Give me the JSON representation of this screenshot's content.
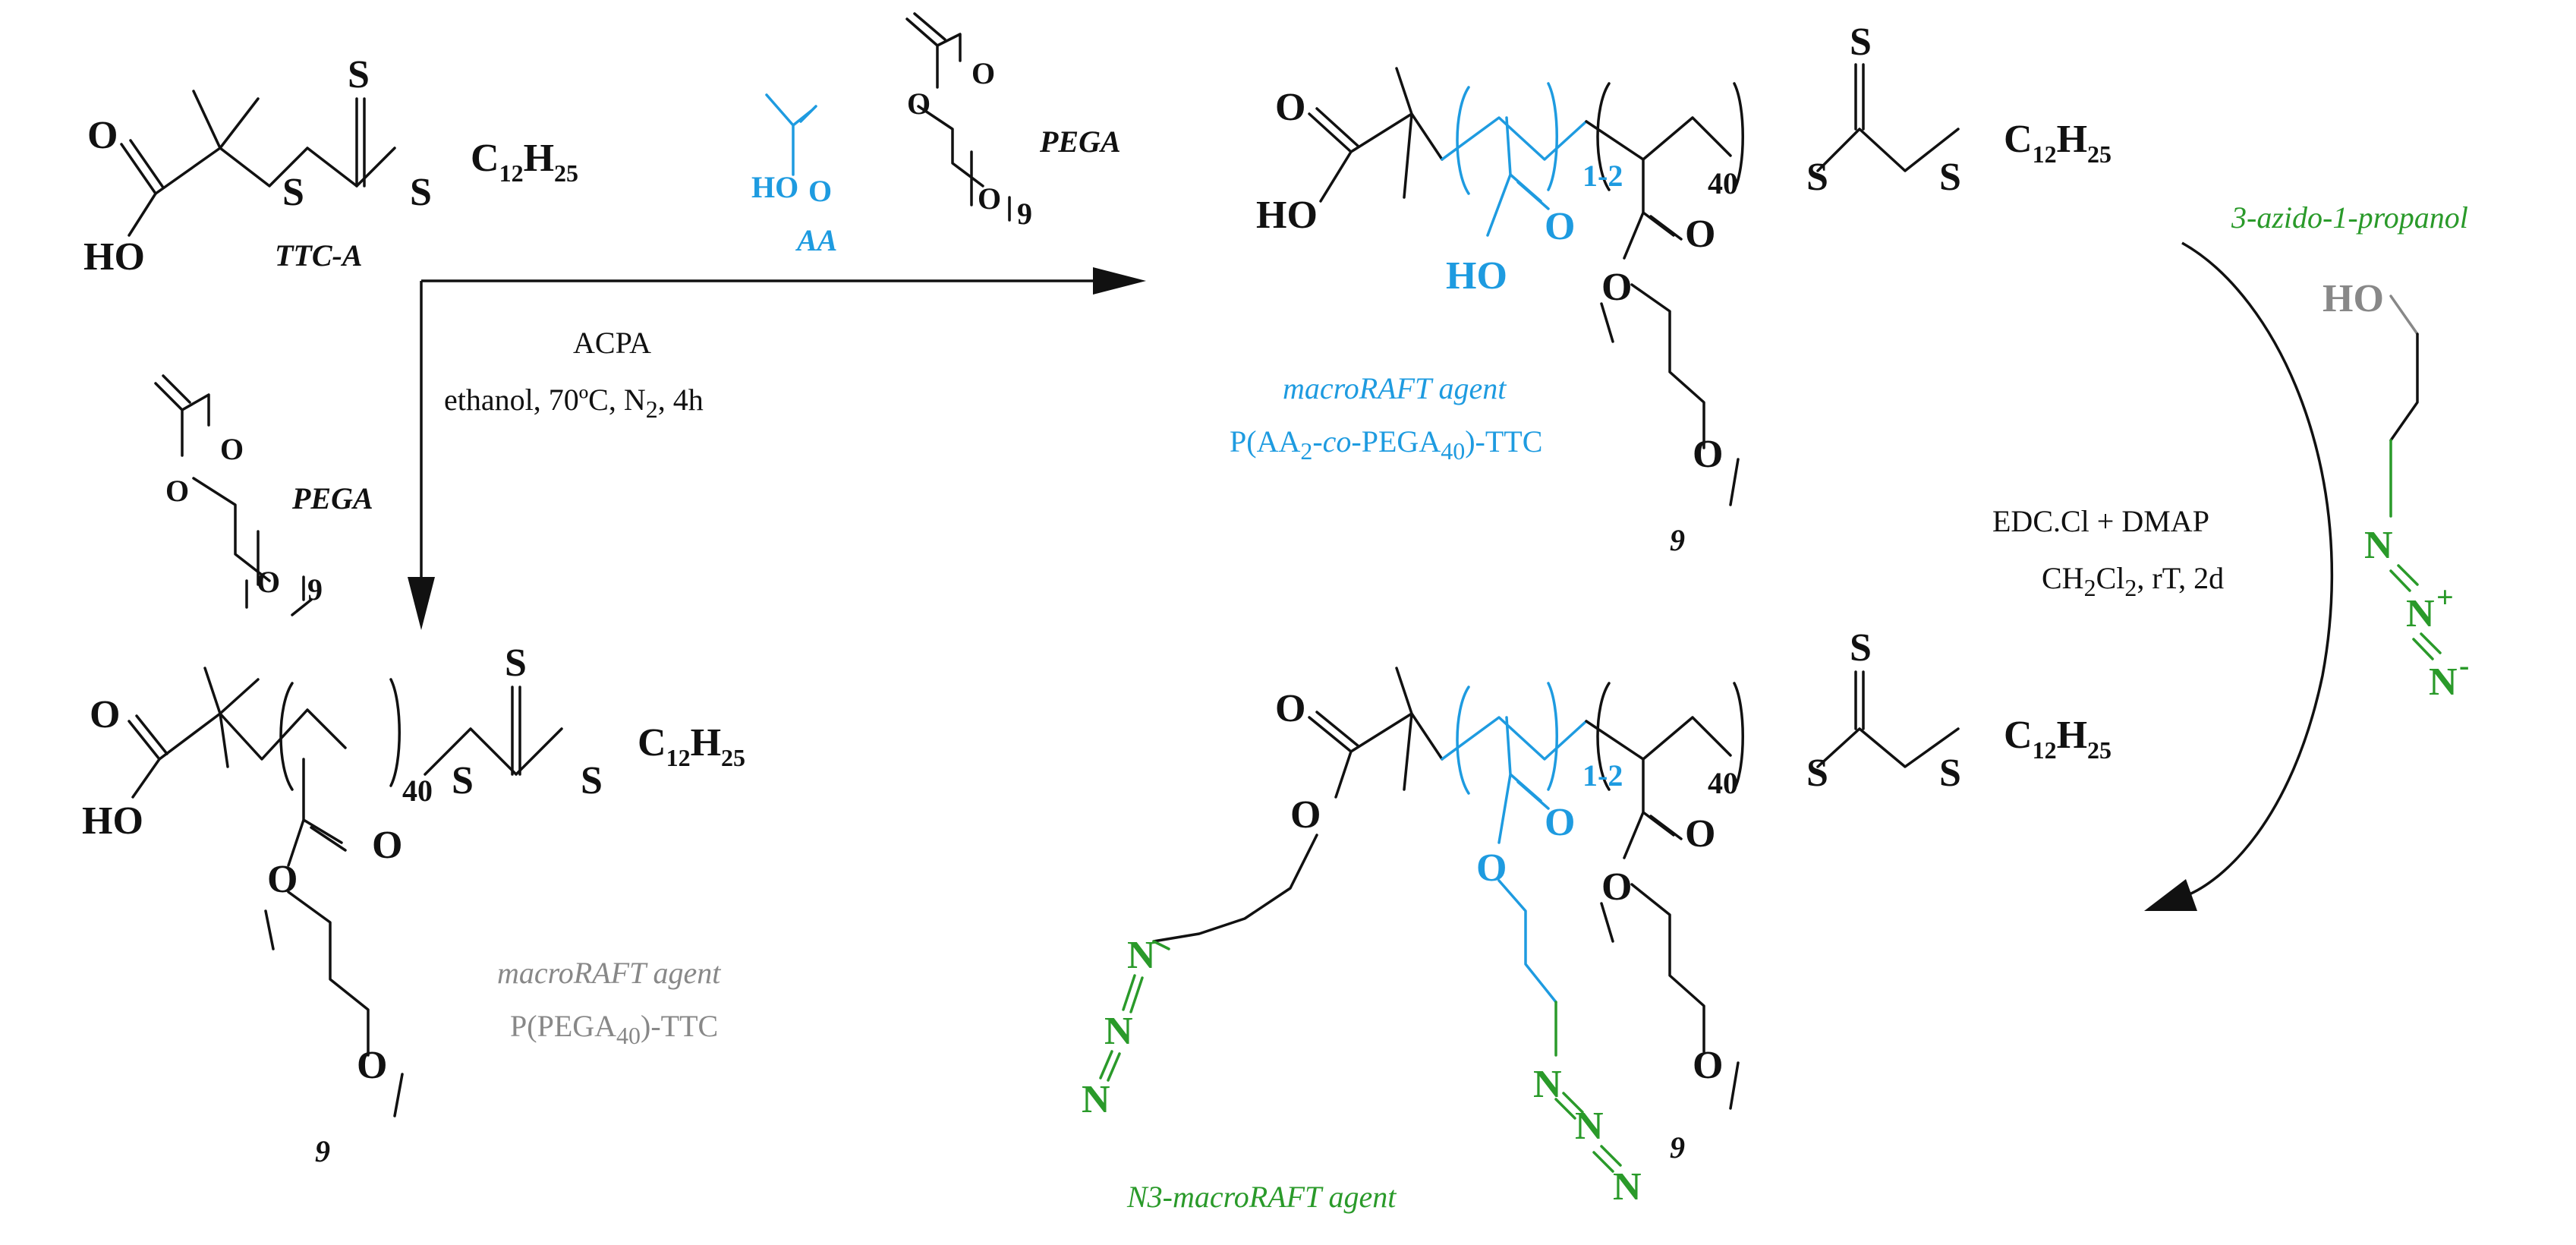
{
  "reagents": {
    "ttca_label": "TTC-A",
    "pega_label": "PEGA",
    "aa_label": "AA",
    "azido_label": "3-azido-1-propanol"
  },
  "conditions": {
    "initiator": "ACPA",
    "step1": "ethanol, 70ºC, N",
    "step1_sub": "2",
    "step1_tail": ", 4h",
    "coupling": "EDC.Cl + DMAP",
    "solvent_a": "CH",
    "solvent_b": "2",
    "solvent_c": "Cl",
    "solvent_d": "2",
    "solvent_e": ", rT, 2d"
  },
  "products": {
    "peg_agent_name": "macroRAFT agent",
    "peg_agent_formula_a": "P(PEGA",
    "peg_agent_formula_b": "40",
    "peg_agent_formula_c": ")-TTC",
    "aa_agent_name": "macroRAFT agent",
    "aa_agent_formula_a": "P(AA",
    "aa_agent_formula_b": "2",
    "aa_agent_formula_c": "-co-",
    "aa_agent_formula_d": "PEGA",
    "aa_agent_formula_e": "40",
    "aa_agent_formula_f": ")-TTC",
    "n3_agent_name": "N3-macroRAFT agent"
  },
  "atoms": {
    "O": "O",
    "HO": "HO",
    "S": "S",
    "N": "N",
    "C12": "C",
    "C12sub": "12",
    "H25": "H",
    "H25sub": "25",
    "dp40": "40",
    "dp12": "1-2",
    "n9": "9",
    "plus": "+",
    "minus": "-"
  },
  "colors": {
    "black": "#111111",
    "blue": "#1e9be0",
    "green": "#2a9a2a",
    "grey": "#888888"
  }
}
